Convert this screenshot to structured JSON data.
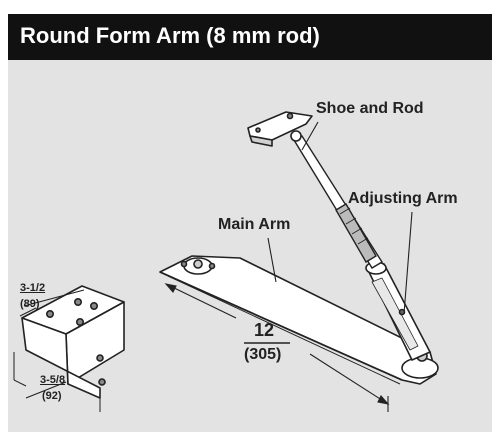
{
  "header": {
    "title": "Round Form Arm (8 mm rod)"
  },
  "labels": {
    "shoe_and_rod": "Shoe and Rod",
    "adjusting_arm": "Adjusting Arm",
    "main_arm": "Main Arm"
  },
  "dimensions": {
    "bracket_width_in": "3-1/2",
    "bracket_width_mm": "(89)",
    "bracket_depth_in": "3-5/8",
    "bracket_depth_mm": "(92)",
    "arm_length_in": "12",
    "arm_length_mm": "(305)"
  }
}
